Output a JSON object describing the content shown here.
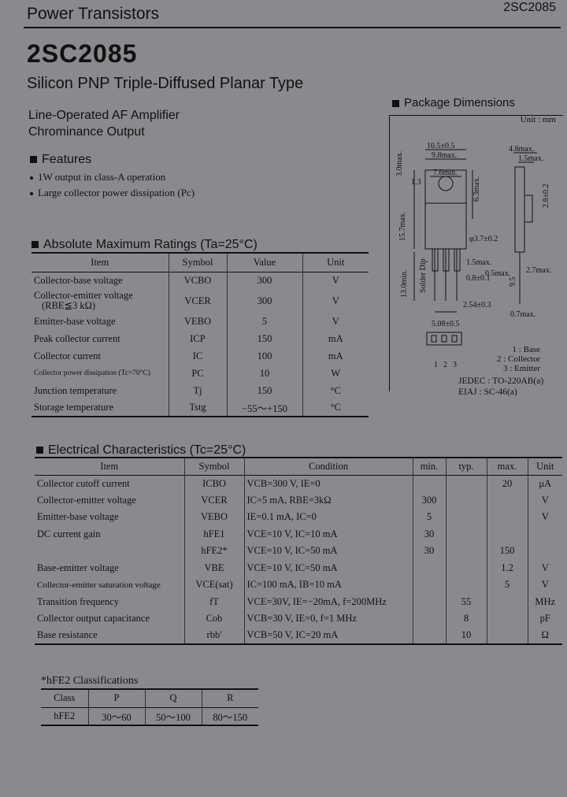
{
  "header": {
    "left": "Power Transistors",
    "right": "2SC2085"
  },
  "part_number": "2SC2085",
  "subtitle": "Silicon PNP Triple-Diffused Planar Type",
  "applications": [
    "Line-Operated AF Amplifier",
    "Chrominance Output"
  ],
  "features": {
    "title": "Features",
    "items": [
      "1W output in class-A operation",
      "Large collector power dissipation (Pc)"
    ]
  },
  "amr": {
    "title": "Absolute Maximum Ratings (Ta=25°C)",
    "headers": [
      "Item",
      "Symbol",
      "Value",
      "Unit"
    ],
    "rows": [
      {
        "item": "Collector-base voltage",
        "symbol": "VCBO",
        "value": "300",
        "unit": "V"
      },
      {
        "item": "Collector-emitter voltage",
        "item2": "(RBE≦3 kΩ)",
        "symbol": "VCER",
        "value": "300",
        "unit": "V"
      },
      {
        "item": "Emitter-base voltage",
        "symbol": "VEBO",
        "value": "5",
        "unit": "V"
      },
      {
        "item": "Peak collector current",
        "symbol": "ICP",
        "value": "150",
        "unit": "mA"
      },
      {
        "item": "Collector current",
        "symbol": "IC",
        "value": "100",
        "unit": "mA"
      },
      {
        "item": "Collector power dissipation (Tc=70°C)",
        "symbol": "PC",
        "value": "10",
        "unit": "W"
      },
      {
        "item": "Junction temperature",
        "symbol": "Tj",
        "value": "150",
        "unit": "°C"
      },
      {
        "item": "Storage temperature",
        "symbol": "Tstg",
        "value": "−55～+150",
        "unit": "°C"
      }
    ]
  },
  "ec": {
    "title": "Electrical Characteristics (Tc=25°C)",
    "headers": [
      "Item",
      "Symbol",
      "Condition",
      "min.",
      "typ.",
      "max.",
      "Unit"
    ],
    "rows": [
      {
        "item": "Collector cutoff current",
        "symbol": "ICBO",
        "cond": "VCB=300 V, IE=0",
        "min": "",
        "typ": "",
        "max": "20",
        "unit": "μA"
      },
      {
        "item": "Collector-emitter voltage",
        "symbol": "VCER",
        "cond": "IC=5 mA, RBE=3kΩ",
        "min": "300",
        "typ": "",
        "max": "",
        "unit": "V"
      },
      {
        "item": "Emitter-base voltage",
        "symbol": "VEBO",
        "cond": "IE=0.1 mA, IC=0",
        "min": "5",
        "typ": "",
        "max": "",
        "unit": "V"
      },
      {
        "item": "DC current gain",
        "symbol": "hFE1",
        "cond": "VCE=10 V, IC=10 mA",
        "min": "30",
        "typ": "",
        "max": "",
        "unit": ""
      },
      {
        "item": "",
        "symbol": "hFE2*",
        "cond": "VCE=10 V, IC=50 mA",
        "min": "30",
        "typ": "",
        "max": "150",
        "unit": ""
      },
      {
        "item": "Base-emitter voltage",
        "symbol": "VBE",
        "cond": "VCE=10 V, IC=50 mA",
        "min": "",
        "typ": "",
        "max": "1.2",
        "unit": "V"
      },
      {
        "item": "Collector-emitter saturation voltage",
        "symbol": "VCE(sat)",
        "cond": "IC=100 mA, IB=10 mA",
        "min": "",
        "typ": "",
        "max": "5",
        "unit": "V"
      },
      {
        "item": "Transition frequency",
        "symbol": "fT",
        "cond": "VCE=30V, IE=−20mA, f=200MHz",
        "min": "",
        "typ": "55",
        "max": "",
        "unit": "MHz"
      },
      {
        "item": "Collector output capacitance",
        "symbol": "Cob",
        "cond": "VCB=30 V, IE=0, f=1 MHz",
        "min": "",
        "typ": "8",
        "max": "",
        "unit": "pF"
      },
      {
        "item": "Base resistance",
        "symbol": "rbb'",
        "cond": "VCB=50 V, IC=20 mA",
        "min": "",
        "typ": "10",
        "max": "",
        "unit": "Ω"
      }
    ]
  },
  "classification": {
    "title": "*hFE2 Classifications",
    "headers": [
      "Class",
      "P",
      "Q",
      "R"
    ],
    "row_label": "hFE2",
    "values": [
      "30～60",
      "50～100",
      "80～150"
    ]
  },
  "package": {
    "title": "Package Dimensions",
    "unit": "Unit : mm",
    "dims": [
      "10.5±0.5",
      "9.8max.",
      "7.6min.",
      "3.0max.",
      "1.3",
      "6.3max.",
      "15.7max.",
      "φ3.7±0.2",
      "1.5max.",
      "0.5max.",
      "13.0min.",
      "Solder Dip",
      "0.8±0.1",
      "2.54±0.3",
      "5.08±0.5",
      "4.8max.",
      "1.5max.",
      "2.8±0.2",
      "2.7max.",
      "9.5",
      "0.7max."
    ],
    "pins": [
      "1",
      "2",
      "3"
    ],
    "legend": [
      "1 : Base",
      "2 : Collector",
      "3 : Emitter"
    ],
    "jedec": "JEDEC : TO-220AB(a)",
    "eiaj": "EIAJ : SC-46(a)"
  }
}
